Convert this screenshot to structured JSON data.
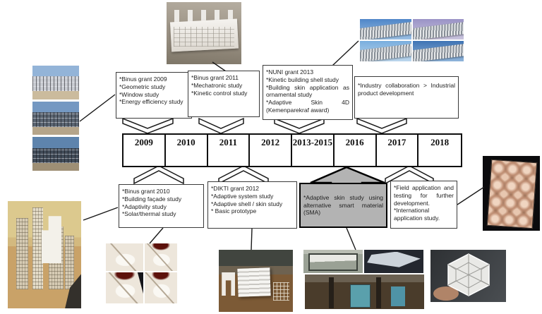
{
  "timeline": {
    "years": [
      "2009",
      "2010",
      "2011",
      "2012",
      "2013-2015",
      "2016",
      "2017",
      "2018"
    ]
  },
  "boxes_top": [
    {
      "lines": [
        "*Binus grant 2009",
        "*Geometric study",
        "*Window study",
        "*Energy efficiency study"
      ]
    },
    {
      "lines": [
        "*Binus grant 2011",
        "*Mechatronic study",
        "*Kinetic control study"
      ]
    },
    {
      "lines": [
        "*NUNI grant 2013",
        "*Kinetic building shell study",
        "*Building skin application as ornamental study",
        "*Adaptive Skin 4D (Kemenparekraf award)"
      ]
    },
    {
      "lines": [
        "*Industry collaboration > Industrial product development"
      ]
    }
  ],
  "boxes_bottom": [
    {
      "lines": [
        "*Binus grant 2010",
        "*Building façade study",
        "*Adaptivity study",
        "*Solar/thermal study"
      ]
    },
    {
      "lines": [
        "*DIKTI grant 2012",
        "*Adaptive system study",
        "*Adaptive shell / skin study",
        "* Basic prototype"
      ]
    },
    {
      "lines": [
        "*Adaptive skin study using alternative smart material (SMA)"
      ],
      "highlighted": true
    },
    {
      "lines": [
        "*Field application and testing for further development.",
        "*International application study."
      ]
    }
  ],
  "photos": [
    {
      "name": "building-render-sequence"
    },
    {
      "name": "kinetic-facade-prototype"
    },
    {
      "name": "building-shell-photo-grid"
    },
    {
      "name": "hexagonal-panel-prototype"
    },
    {
      "name": "architectural-tower-model"
    },
    {
      "name": "rotating-disc-prototype-grid"
    },
    {
      "name": "layered-white-prototype"
    },
    {
      "name": "field-testing-workshop-collage"
    },
    {
      "name": "lattice-polyhedron-model"
    }
  ],
  "colors": {
    "highlight_box_fill": "#b3b3b3",
    "box_border": "#3a3a3a",
    "table_border": "#0f0f0f"
  }
}
